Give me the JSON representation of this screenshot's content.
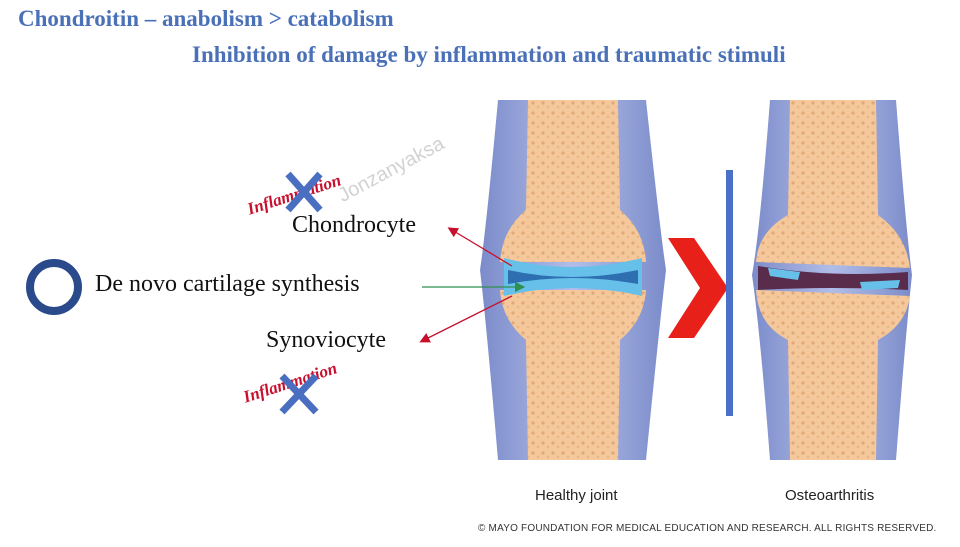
{
  "title_line1": "Chondroitin – anabolism > catabolism",
  "title_line2": "Inhibition of damage by inflammation and traumatic stimuli",
  "labels": {
    "chondrocyte": "Chondrocyte",
    "de_novo": "De novo cartilage synthesis",
    "synoviocyte": "Synoviocyte",
    "inflammation_top": "Inflammation",
    "inflammation_bottom": "Inflammation"
  },
  "watermark": "Jonzanyaksa",
  "captions": {
    "healthy": "Healthy joint",
    "osteoarthritis": "Osteoarthritis"
  },
  "copyright": "© MAYO FOUNDATION FOR MEDICAL EDUCATION AND RESEARCH. ALL RIGHTS RESERVED.",
  "colors": {
    "title": "#4a70b8",
    "inflammation": "#c8102e",
    "cross": "#4a6fc0",
    "circle": "#2a4a8c",
    "chevron": "#e8201a",
    "divider": "#4a70c8"
  },
  "icons": {
    "check_mark": "circle-icon",
    "block_mark": "cross-icon"
  }
}
